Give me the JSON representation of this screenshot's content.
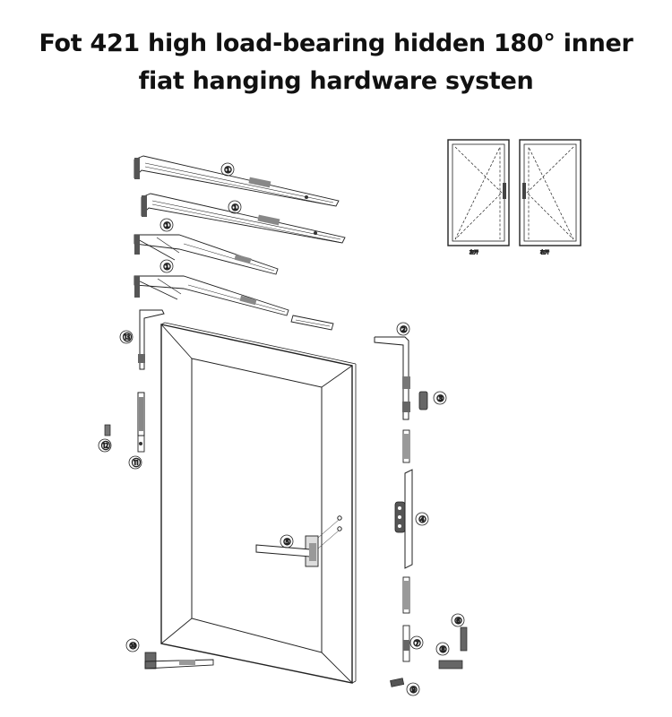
{
  "title": {
    "line1": "Fot 421 high load-bearing hidden 180° inner",
    "line2": "fiat hanging hardware systen"
  },
  "window_icons": {
    "left_label": "左开",
    "right_label": "右开"
  },
  "callouts": [
    "①",
    "①",
    "①",
    "①",
    "②",
    "③",
    "④",
    "⑤",
    "⑥",
    "⑦",
    "⑧",
    "⑨",
    "⑩",
    "⑪",
    "⑫",
    "⑬"
  ]
}
